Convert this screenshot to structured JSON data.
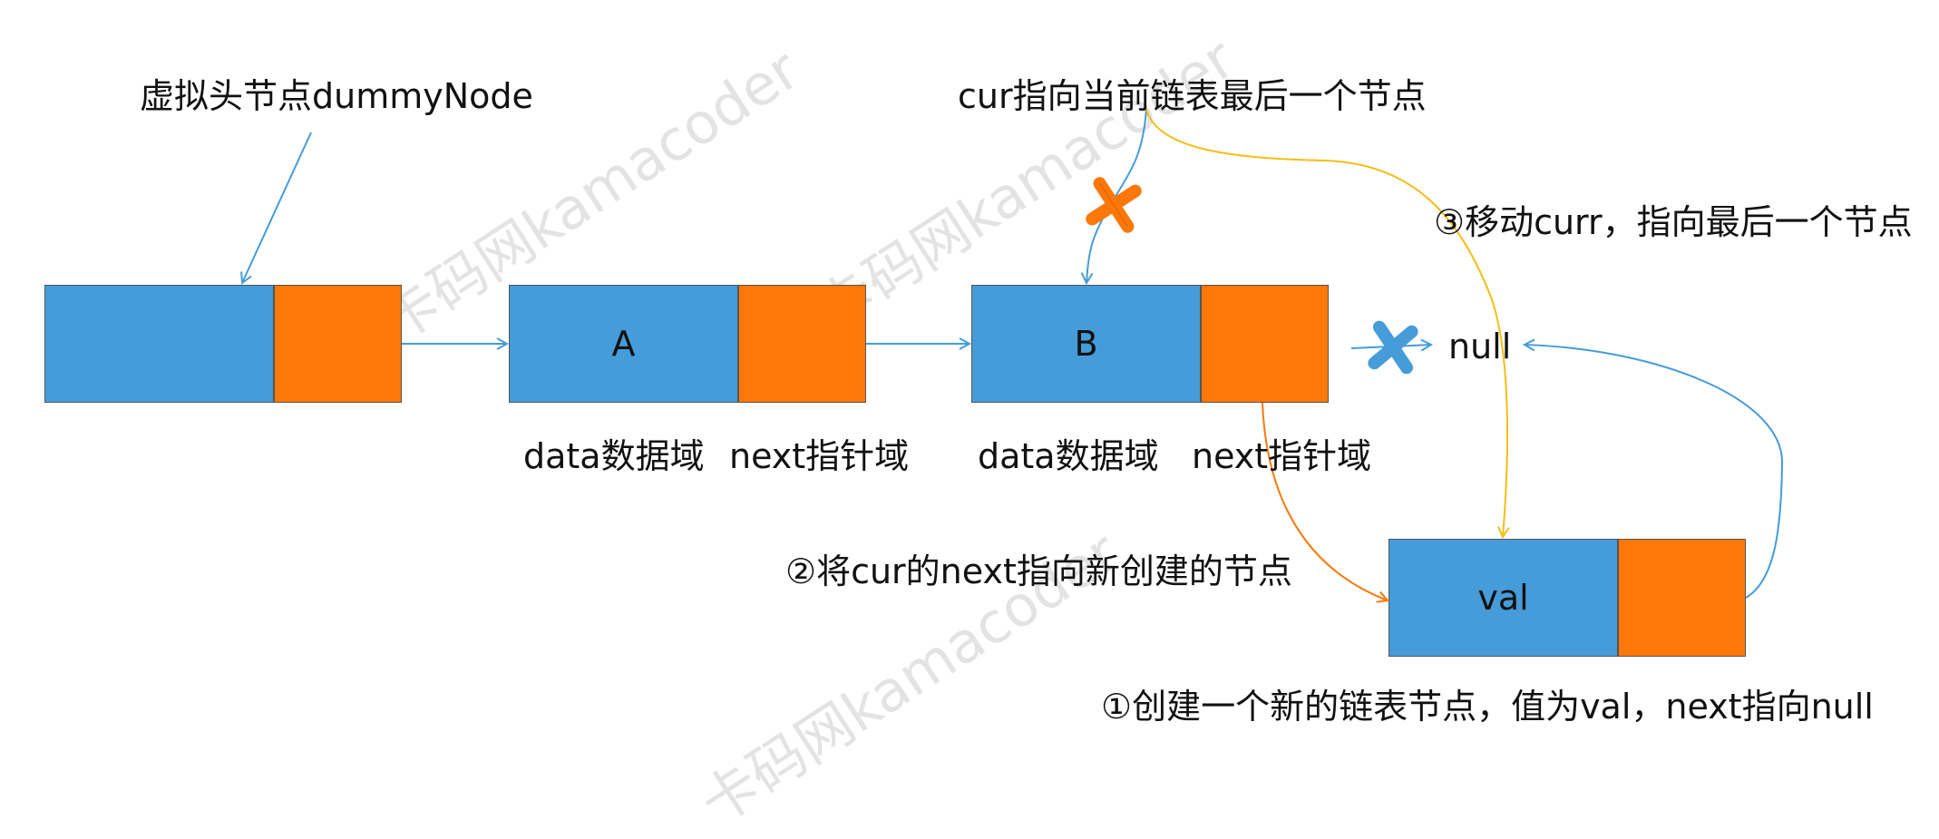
{
  "watermark": {
    "text": "卡码网kamacoder"
  },
  "colors": {
    "data_field": "#459cd8",
    "next_field": "#fd7709",
    "arrow_blue": "#459cd8",
    "arrow_orange": "#fd7709",
    "arrow_yellow": "#f5be14"
  },
  "nodes": {
    "a_label": "A",
    "b_label": "B",
    "val_label": "val"
  },
  "labels": {
    "dummy": "虚拟头节点dummyNode",
    "cur": "cur指向当前链表最后一个节点",
    "step3": "③移动curr，指向最后一个节点",
    "null": "null",
    "data_a": "data数据域",
    "next_a": "next指针域",
    "data_b": "data数据域",
    "next_b": "next指针域",
    "step2": "②将cur的next指向新创建的节点",
    "step1": "①创建一个新的链表节点，值为val，next指向null"
  }
}
